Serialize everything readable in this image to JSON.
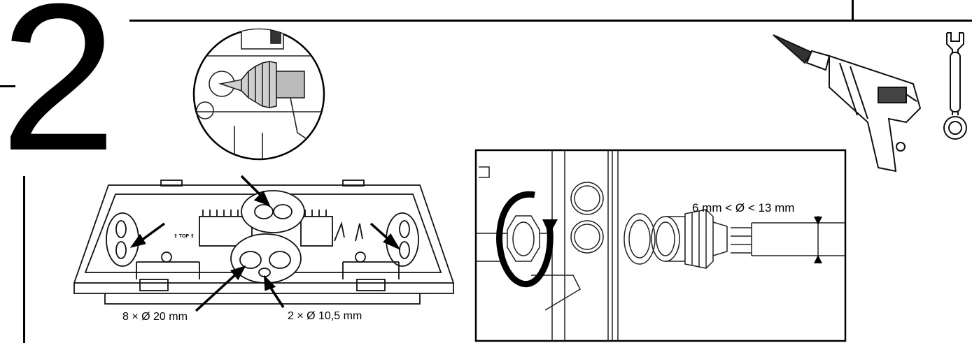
{
  "step": {
    "number": "2"
  },
  "housing": {
    "top_label": "⇧ TOP ⇧",
    "large_holes": "8 × Ø 20 mm",
    "small_holes": "2 × Ø 10,5 mm"
  },
  "gland": {
    "cable_range": "6 mm < Ø < 13 mm"
  },
  "tools": [
    "drill-with-step-bit-icon",
    "wrench-icon"
  ]
}
